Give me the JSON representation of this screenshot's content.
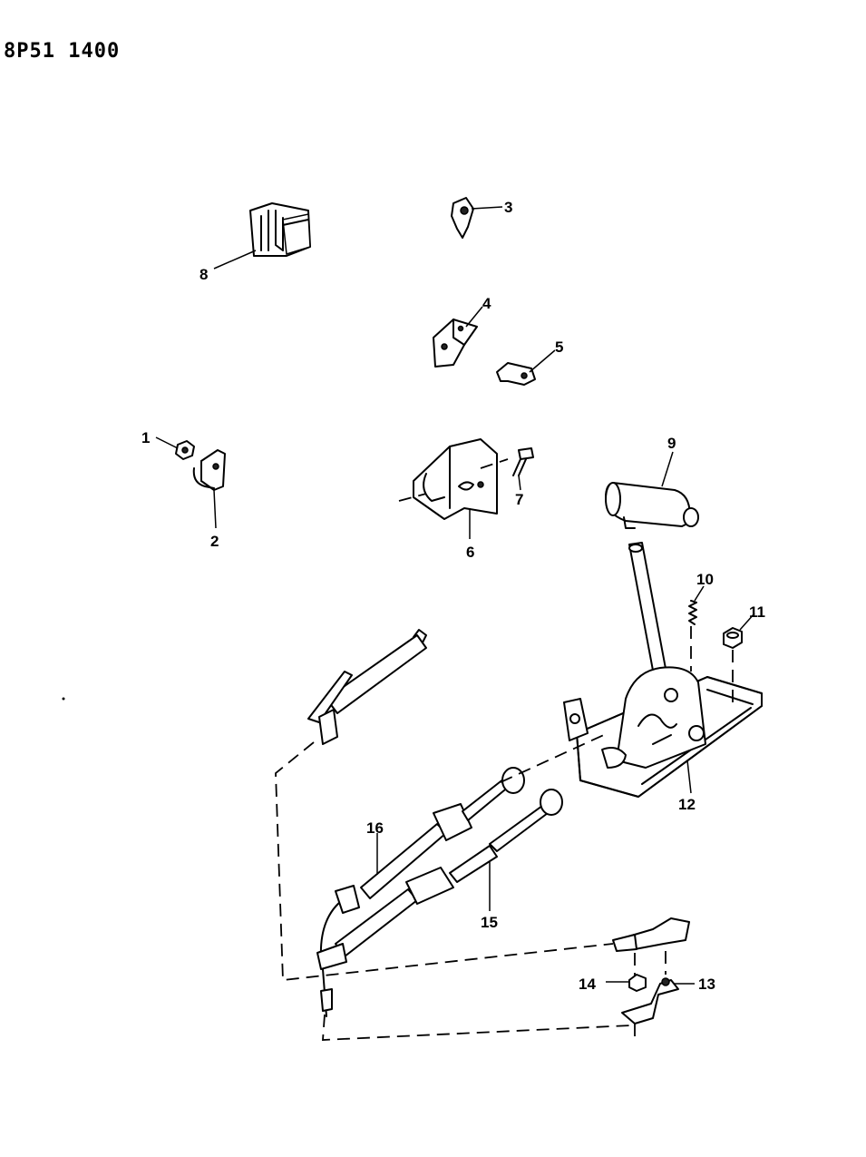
{
  "header": {
    "code": "8P51 1400"
  },
  "callouts": [
    "1",
    "2",
    "3",
    "4",
    "5",
    "6",
    "7",
    "8",
    "9",
    "10",
    "11",
    "12",
    "13",
    "14",
    "15",
    "16"
  ]
}
